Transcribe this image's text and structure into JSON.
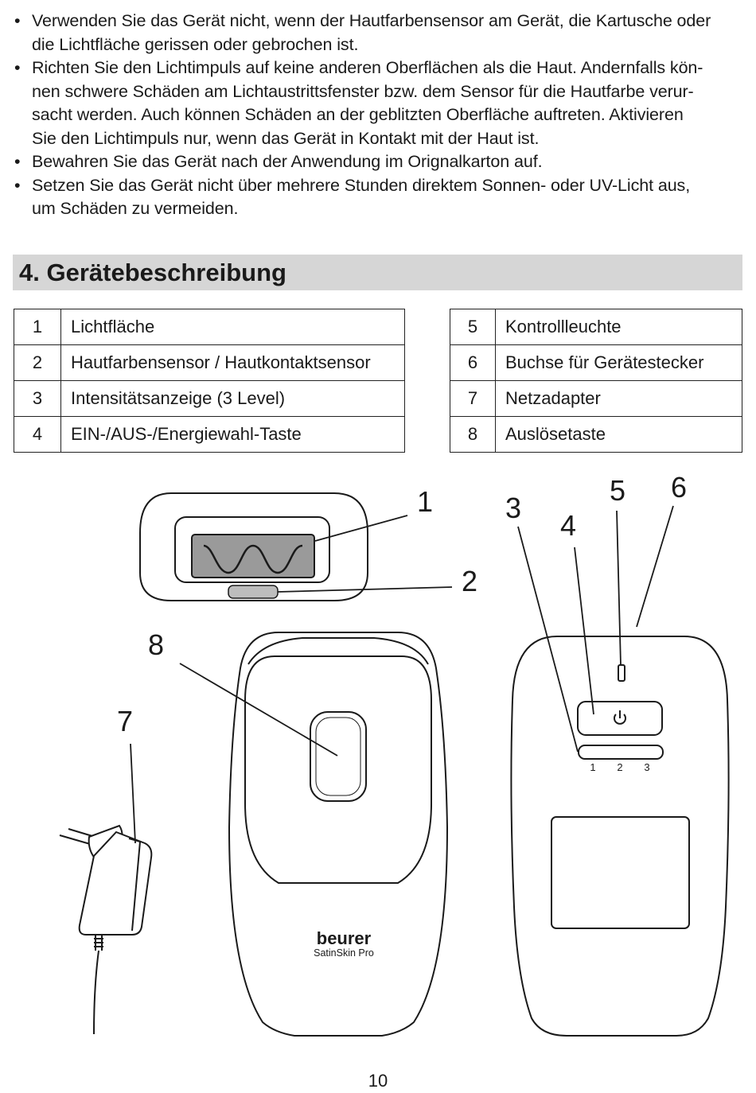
{
  "bullets": [
    {
      "lines": [
        "Verwenden Sie das Gerät nicht, wenn der Hautfarbensensor am Gerät, die Kartusche oder",
        "die Lichtfläche gerissen oder gebrochen ist."
      ]
    },
    {
      "lines": [
        "Richten Sie den Lichtimpuls auf keine anderen Oberflächen als die Haut. Andernfalls kön-",
        "nen schwere Schäden am Lichtaustrittsfenster bzw. dem Sensor für die Hautfarbe verur-",
        "sacht werden. Auch können Schäden an der geblitzten Oberfläche auftreten. Aktivieren",
        "Sie den Lichtimpuls nur, wenn das Gerät in Kontakt mit der Haut ist."
      ]
    },
    {
      "lines": [
        "Bewahren Sie das Gerät nach der Anwendung im Orignalkarton auf."
      ]
    },
    {
      "lines": [
        "Setzen Sie das Gerät nicht über mehrere Stunden direktem Sonnen- oder UV-Licht aus,",
        "um Schäden zu vermeiden."
      ]
    }
  ],
  "section": {
    "title": "4. Gerätebeschreibung"
  },
  "legend_left": [
    {
      "num": "1",
      "label": "Lichtfläche"
    },
    {
      "num": "2",
      "label": "Hautfarbensensor / Hautkontaktsensor"
    },
    {
      "num": "3",
      "label": "Intensitätsanzeige (3 Level)"
    },
    {
      "num": "4",
      "label": "EIN-/AUS-/Energiewahl-Taste"
    }
  ],
  "legend_right": [
    {
      "num": "5",
      "label": "Kontrollleuchte"
    },
    {
      "num": "6",
      "label": "Buchse für Gerätestecker"
    },
    {
      "num": "7",
      "label": "Netzadapter"
    },
    {
      "num": "8",
      "label": "Auslösetaste"
    }
  ],
  "figure": {
    "callouts": [
      "1",
      "2",
      "3",
      "4",
      "5",
      "6",
      "7",
      "8"
    ],
    "brand": "beurer",
    "model": "SatinSkin Pro",
    "level_labels": [
      "1",
      "2",
      "3"
    ]
  },
  "page_number": "10"
}
